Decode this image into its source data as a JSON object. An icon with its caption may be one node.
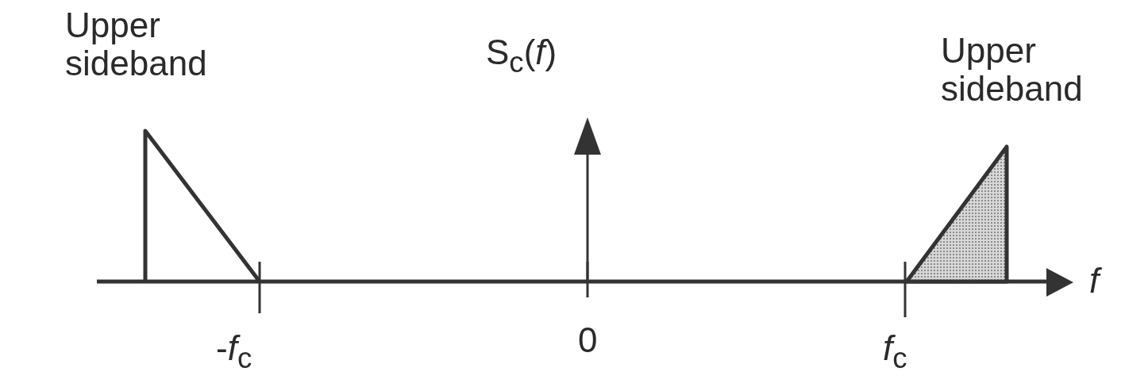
{
  "diagram": {
    "labels": [
      "Upper sideband",
      "S$_{c}$(*f*)",
      "Upper sideband",
      "f",
      "-*f*$_{c}$",
      "0",
      "*f*$_{c}$"
    ]
  }
}
